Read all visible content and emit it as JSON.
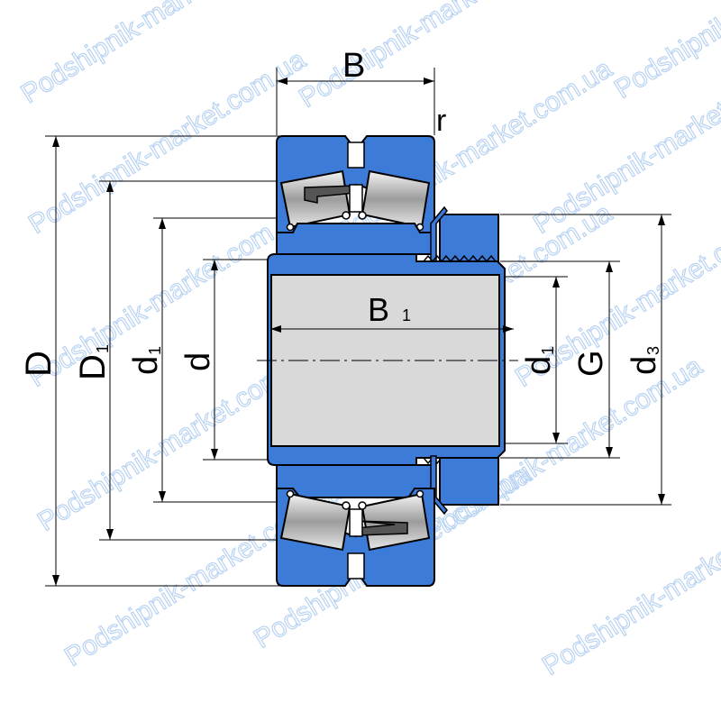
{
  "watermark": "Podshipnik-market.com.ua",
  "colors": {
    "ring": "#3d7bd9",
    "sleeve": "#d9d9d9",
    "roller": "#b8b8b8",
    "line": "#000000",
    "watermark": "#b9d3f2"
  },
  "labels": {
    "B": "B",
    "r": "r",
    "B1_main": "B",
    "B1_sub": "1",
    "D": "D",
    "D1_main": "D",
    "D1_sub": "1",
    "d1_left_main": "d",
    "d1_left_sub": "1",
    "d": "d",
    "d1_right_main": "d",
    "d1_right_sub": "1",
    "G": "G",
    "d3_main": "d",
    "d3_sub": "3"
  }
}
